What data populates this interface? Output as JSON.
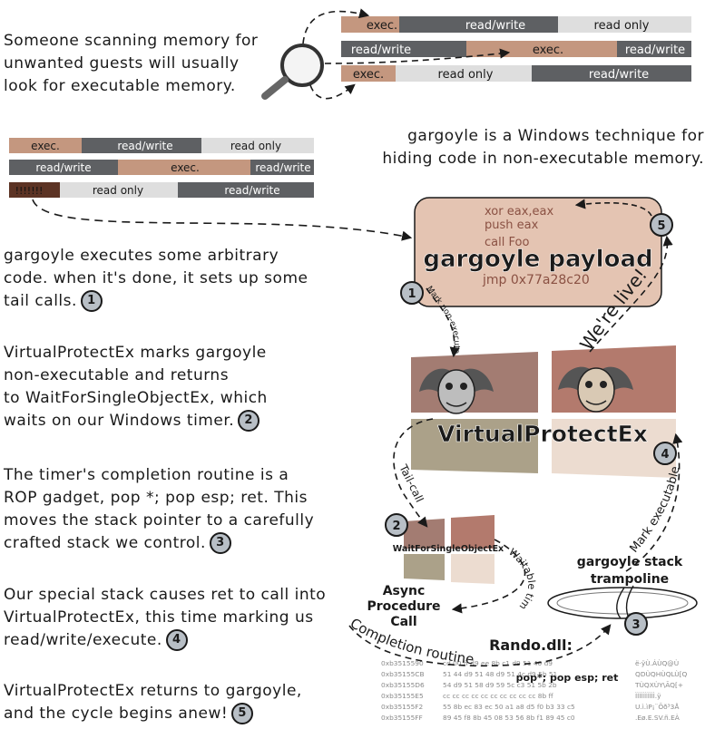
{
  "colors": {
    "exec": "#c4977f",
    "readwrite": "#5e6063",
    "readonly": "#dedede",
    "payload_bg": "#e4c4b2",
    "win_tl": "#a37c72",
    "win_tr": "#b37a6d",
    "win_bl": "#aba189",
    "win_br": "#ecdcd0",
    "badge": "#b8bfc6",
    "ink": "#1a1a1a"
  },
  "memory_labels": {
    "exec": "exec.",
    "readwrite": "read/write",
    "readonly": "read only",
    "marker": "!!!!!!!"
  },
  "text_blocks": {
    "scanning": [
      "Someone scanning memory for",
      "unwanted guests will usually",
      "look for executable memory."
    ],
    "intro": [
      "gargoyle is a Windows technique for",
      "hiding code in non-executable memory."
    ],
    "step1": [
      "gargoyle executes some arbitrary",
      "code. when it's done, it sets up some",
      "tail calls."
    ],
    "step2": [
      "VirtualProtectEx marks gargoyle",
      "non-executable and returns",
      "to WaitForSingleObjectEx, which",
      "waits on our Windows timer."
    ],
    "step3": [
      "The timer's completion routine is  a",
      "ROP gadget, pop *; pop esp; ret. This",
      "moves the stack pointer to a carefully",
      "crafted stack we control."
    ],
    "step4": [
      "Our special stack causes ret to call into",
      "VirtualProtectEx, this time marking us",
      "read/write/execute."
    ],
    "step5": [
      "VirtualProtectEx returns to gargoyle,",
      "and the cycle begins anew!"
    ]
  },
  "badges": {
    "one": "1",
    "two": "2",
    "three": "3",
    "four": "4",
    "five": "5"
  },
  "payload": {
    "title": "gargoyle payload",
    "code": [
      "xor eax,eax",
      "push eax",
      "call Foo",
      "jmp 0x77a28c20"
    ]
  },
  "diagram_labels": {
    "virtualprotectex": "VirtualProtectEx",
    "waitforsingleobject": "WaitForSingleObjectEx",
    "async_line1": "Async",
    "async_line2": "Procedure",
    "async_line3": "Call",
    "stack_line1": "gargoyle stack",
    "stack_line2": "trampoline",
    "rando": "Rando.dll:",
    "rop": "pop*; pop esp; ret",
    "mark_nonexec": "Mark non-executable",
    "were_live": "We're live!",
    "mark_exec": "Mark executable",
    "tail_call": "Tail-call",
    "waitable_timer": "Waitable timer",
    "completion_routine": "Completion routine"
  },
  "hexdump": {
    "addresses": [
      "0xb3515590",
      "0xb35155CB",
      "0xb35155D6",
      "0xb35155E5",
      "0xb35155F2",
      "0xb35155FF"
    ],
    "bytes": [
      "cd 00 ff d9 ee 8b c1 d9 51 40 d9",
      "51 44 d9 51 48 d9 51 4c d9 5b 51",
      "54 d9 51 58 d9 59 5c c3 51 5b 2b",
      "cc cc cc cc cc cc cc cc cc cc 8b ff",
      "55 8b ec 83 ec 50 a1 a8 d5 f0 b3 33 c5",
      "89 45 f8 8b 45 08 53 56 8b f1 89 45 c0"
    ],
    "ascii": [
      "ë·ÿÙ.ÁÙQ@Ù",
      "QDÙQHÙQLÙ[Q",
      "TÙQXÙY\\ÃQ[+",
      "ÌÌÌÌÌÌÌÌÌÌ.ÿ",
      "U.ì.ìP¡¨Õð³3Å",
      ".Eø.E.SV.ñ.EÀ"
    ]
  }
}
